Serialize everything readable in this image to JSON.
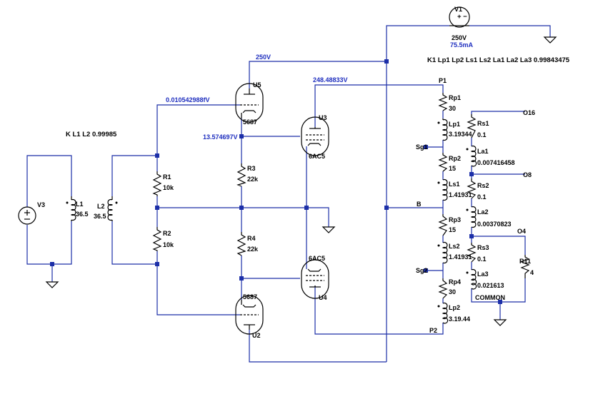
{
  "directives": {
    "coupling_main": "K L1 L2 0.99985",
    "coupling_output": "K1 Lp1 Lp2 Ls1 Ls2 La1 La2 La3 0.99843475"
  },
  "source_v1": {
    "name": "V1",
    "value": "250V",
    "current": "75.5mA"
  },
  "source_v3": {
    "name": "V3"
  },
  "node_labels": {
    "supply": "250V",
    "u5_grid": "0.010542988fV",
    "u3_grid": "13.574697V",
    "p1_voltage": "248.48833V",
    "p1": "P1",
    "p2": "P2",
    "b": "B",
    "sg1": "Sg1",
    "sg2": "Sg2",
    "o16": "O16",
    "o8": "O8",
    "o4": "O4",
    "common": "COMMON"
  },
  "components": {
    "L1": {
      "name": "L1",
      "value": "36.5"
    },
    "L2": {
      "name": "L2",
      "value": "36.5"
    },
    "R1": {
      "name": "R1",
      "value": "10k"
    },
    "R2": {
      "name": "R2",
      "value": "10k"
    },
    "R3": {
      "name": "R3",
      "value": "22k"
    },
    "R4": {
      "name": "R4",
      "value": "22k"
    },
    "U5": {
      "name": "U5",
      "model": "5687"
    },
    "U2": {
      "name": "U2",
      "model": "5687"
    },
    "U3": {
      "name": "U3",
      "model": "6AC5"
    },
    "U4": {
      "name": "U4",
      "model": "6AC5"
    },
    "Rp1": {
      "name": "Rp1",
      "value": "30"
    },
    "Lp1": {
      "name": "Lp1",
      "value": "3.19344"
    },
    "Rp2": {
      "name": "Rp2",
      "value": "15"
    },
    "Ls1": {
      "name": "Ls1",
      "value": "1.41931"
    },
    "Rp3": {
      "name": "Rp3",
      "value": "15"
    },
    "Ls2": {
      "name": "Ls2",
      "value": "1.41931"
    },
    "Rp4": {
      "name": "Rp4",
      "value": "30"
    },
    "Lp2": {
      "name": "Lp2",
      "value": "3.19.44"
    },
    "Rs1": {
      "name": "Rs1",
      "value": "0.1"
    },
    "La1": {
      "name": "La1",
      "value": "0.007416458"
    },
    "Rs2": {
      "name": "Rs2",
      "value": "0.1"
    },
    "La2": {
      "name": "La2",
      "value": "0.00370823"
    },
    "Rs3": {
      "name": "Rs3",
      "value": "0.1"
    },
    "La3": {
      "name": "La3",
      "value": "0.021613"
    },
    "R11": {
      "name": "R11",
      "value": "4"
    }
  }
}
